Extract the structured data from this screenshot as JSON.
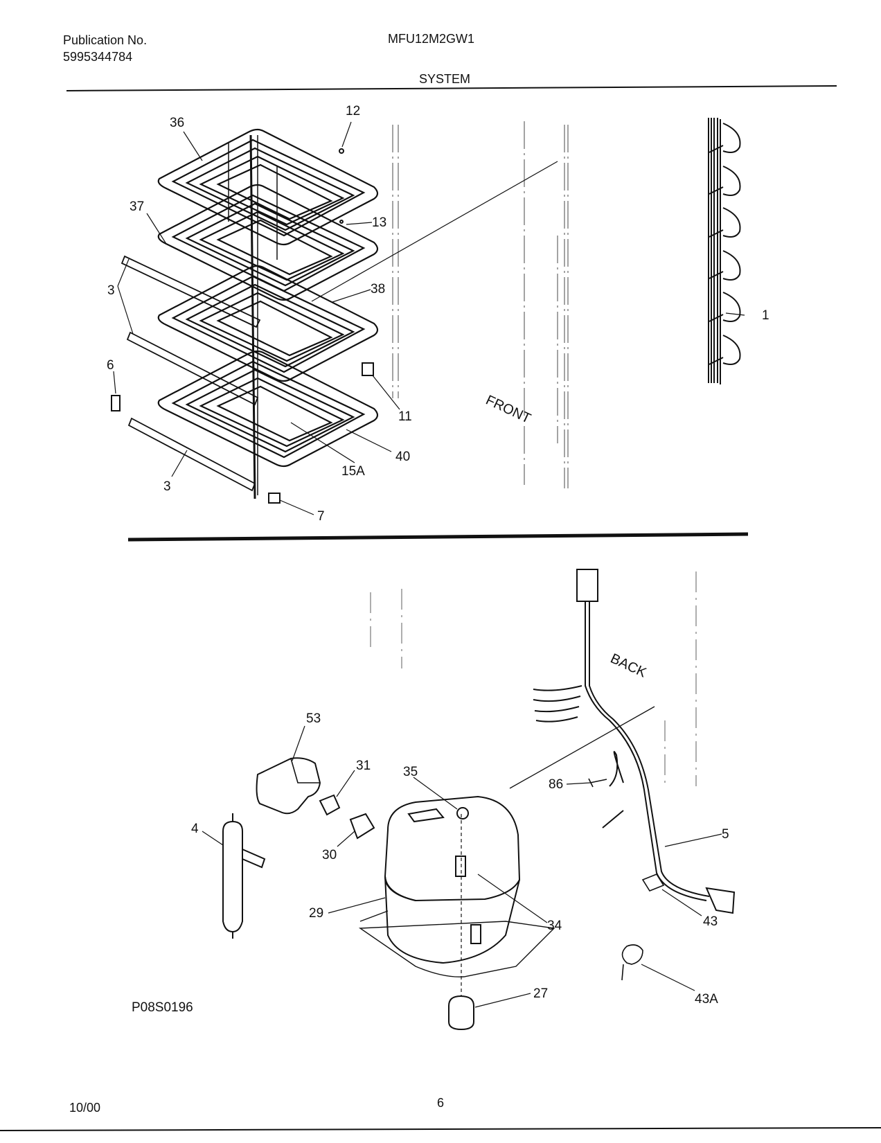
{
  "header": {
    "publication_label": "Publication No.",
    "publication_number": "5995344784",
    "model": "MFU12M2GW1",
    "section": "SYSTEM"
  },
  "upper_diagram": {
    "direction_label": "FRONT",
    "callouts": [
      "36",
      "12",
      "37",
      "13",
      "3",
      "38",
      "1",
      "6",
      "11",
      "40",
      "15A",
      "3",
      "7"
    ]
  },
  "lower_diagram": {
    "direction_label": "BACK",
    "callouts": [
      "53",
      "31",
      "35",
      "86",
      "4",
      "30",
      "5",
      "29",
      "34",
      "43",
      "27",
      "43A"
    ],
    "figure_code": "P08S0196"
  },
  "footer": {
    "date": "10/00",
    "page": "6"
  }
}
